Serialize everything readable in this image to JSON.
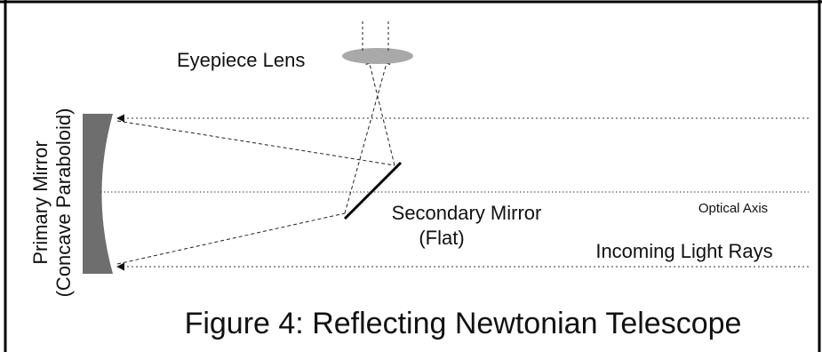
{
  "figure": {
    "caption": "Figure 4: Reflecting Newtonian Telescope"
  },
  "labels": {
    "eyepiece_lens": "Eyepiece Lens",
    "primary_mirror_line1": "Primary Mirror",
    "primary_mirror_line2": "(Concave Paraboloid)",
    "secondary_mirror_line1": "Secondary Mirror",
    "secondary_mirror_line2": "(Flat)",
    "optical_axis": "Optical Axis",
    "incoming_light_rays": "Incoming Light Rays"
  },
  "colors": {
    "mirror": "#6e6e6e",
    "lens": "#a9a9a9",
    "lines": "#222222",
    "frame": "#000000"
  }
}
